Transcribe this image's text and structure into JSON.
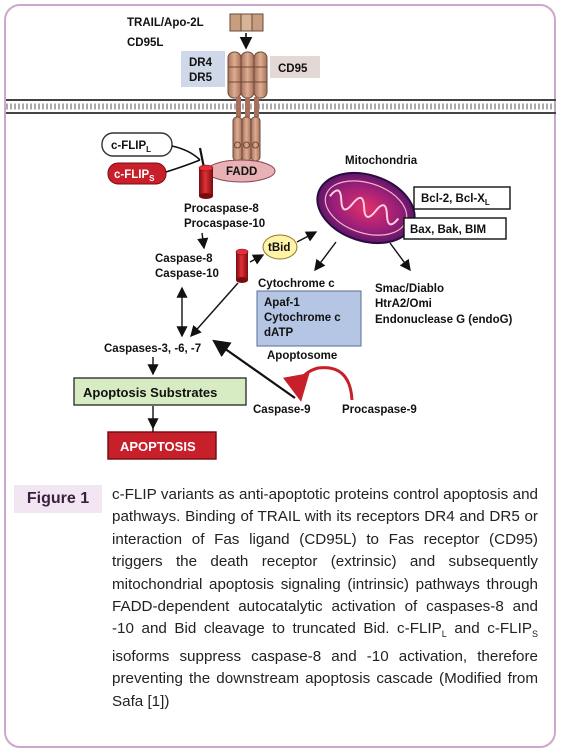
{
  "diagram": {
    "ligands": [
      "TRAIL/Apo-2L",
      "CD95L"
    ],
    "receptors": [
      "DR4",
      "DR5"
    ],
    "cd95": "CD95",
    "cflip_l": {
      "base": "c-FLIP",
      "sub": "L"
    },
    "cflip_s": {
      "base": "c-FLIP",
      "sub": "S"
    },
    "fadd": "FADD",
    "procaspases": [
      "Procaspase-8",
      "Procaspase-10"
    ],
    "caspases_8_10": [
      "Caspase-8",
      "Caspase-10"
    ],
    "tbid": "tBid",
    "mitochondria": "Mitochondria",
    "bcl2": {
      "base": "Bcl-2, Bcl-X",
      "sub": "L"
    },
    "bax": "Bax, Bak, BIM",
    "cytochrome_c": "Cytochrome c",
    "apoptosome_box": [
      "Apaf-1",
      "Cytochrome c",
      "dATP"
    ],
    "apoptosome": "Apoptosome",
    "mito_release": [
      "Smac/Diablo",
      "HtrA2/Omi",
      "Endonuclease G (endoG)"
    ],
    "caspases_3_6_7": "Caspases-3, -6, -7",
    "substrates": "Apoptosis Substrates",
    "caspase9": "Caspase-9",
    "procaspase9": "Procaspase-9",
    "apoptosis": "APOPTOSIS"
  },
  "caption": {
    "tag": "Figure 1",
    "p1": "c-FLIP variants as anti-apoptotic proteins control apoptosis and pathways. Binding of TRAIL with its receptors DR4 and DR5 or interaction of Fas ligand (CD95L) to Fas receptor (CD95) triggers the death receptor (extrinsic) and subsequently mitochondrial apoptosis signaling (intrinsic) pathways through FADD-dependent autocatalytic activation of caspases-8 and -10 and Bid cleavage to truncated Bid. c-FLIP",
    "sub1": "L",
    "p2": " and c-FLIP",
    "sub2": "S",
    "p3": " isoforms suppress caspase-8 and -10 activation, therefore preventing the downstream apoptosis cascade (Modified from Safa [1])"
  },
  "colors": {
    "frame": "#c9a8cc",
    "receptor": "#c9967a",
    "fadd": "#e7b1b6",
    "cflip_s": "#c8202a",
    "substrates_bg": "#d8ecc4",
    "apoptosis_bg": "#c8202a",
    "apoptosome_bg": "#b4c6e4",
    "tbid_bg": "#fff3a8"
  }
}
